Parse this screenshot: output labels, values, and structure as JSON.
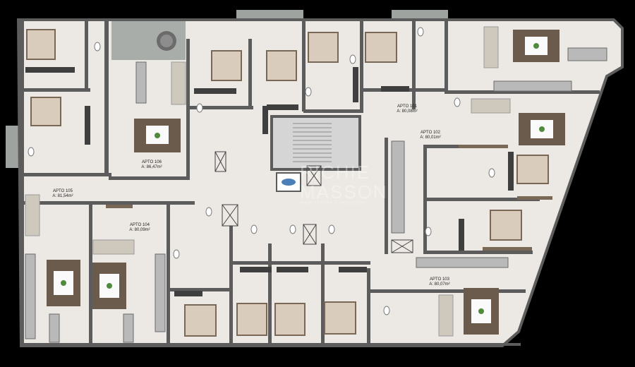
{
  "colors": {
    "background": "#000000",
    "floor": "#ece9e4",
    "wall": "#5c5c5c",
    "wall_light": "#9b9b9b",
    "terrace": "#9ea39f",
    "bed": "#d9ccbc",
    "sofa": "#cfc8bd",
    "table_rug": "#6a5b4d",
    "wood": "#7a6857",
    "counter": "#b9b9b9",
    "plant": "#4f8a3d"
  },
  "apartments": [
    {
      "name": "APTO 101",
      "area": "A: 80,08m²"
    },
    {
      "name": "APTO 102",
      "area": "A: 80,01m²"
    },
    {
      "name": "APTO 103",
      "area": "A: 80,07m²"
    },
    {
      "name": "APTO 104",
      "area": "A: 80,09m²"
    },
    {
      "name": "APTO 105",
      "area": "A: 81,54m²"
    },
    {
      "name": "APTO 106",
      "area": "A: 86,47m²"
    }
  ],
  "watermark": {
    "line1": "RICHIE",
    "line2": "MASSON",
    "line3": "ARQUITETURA E URBANISMO"
  }
}
